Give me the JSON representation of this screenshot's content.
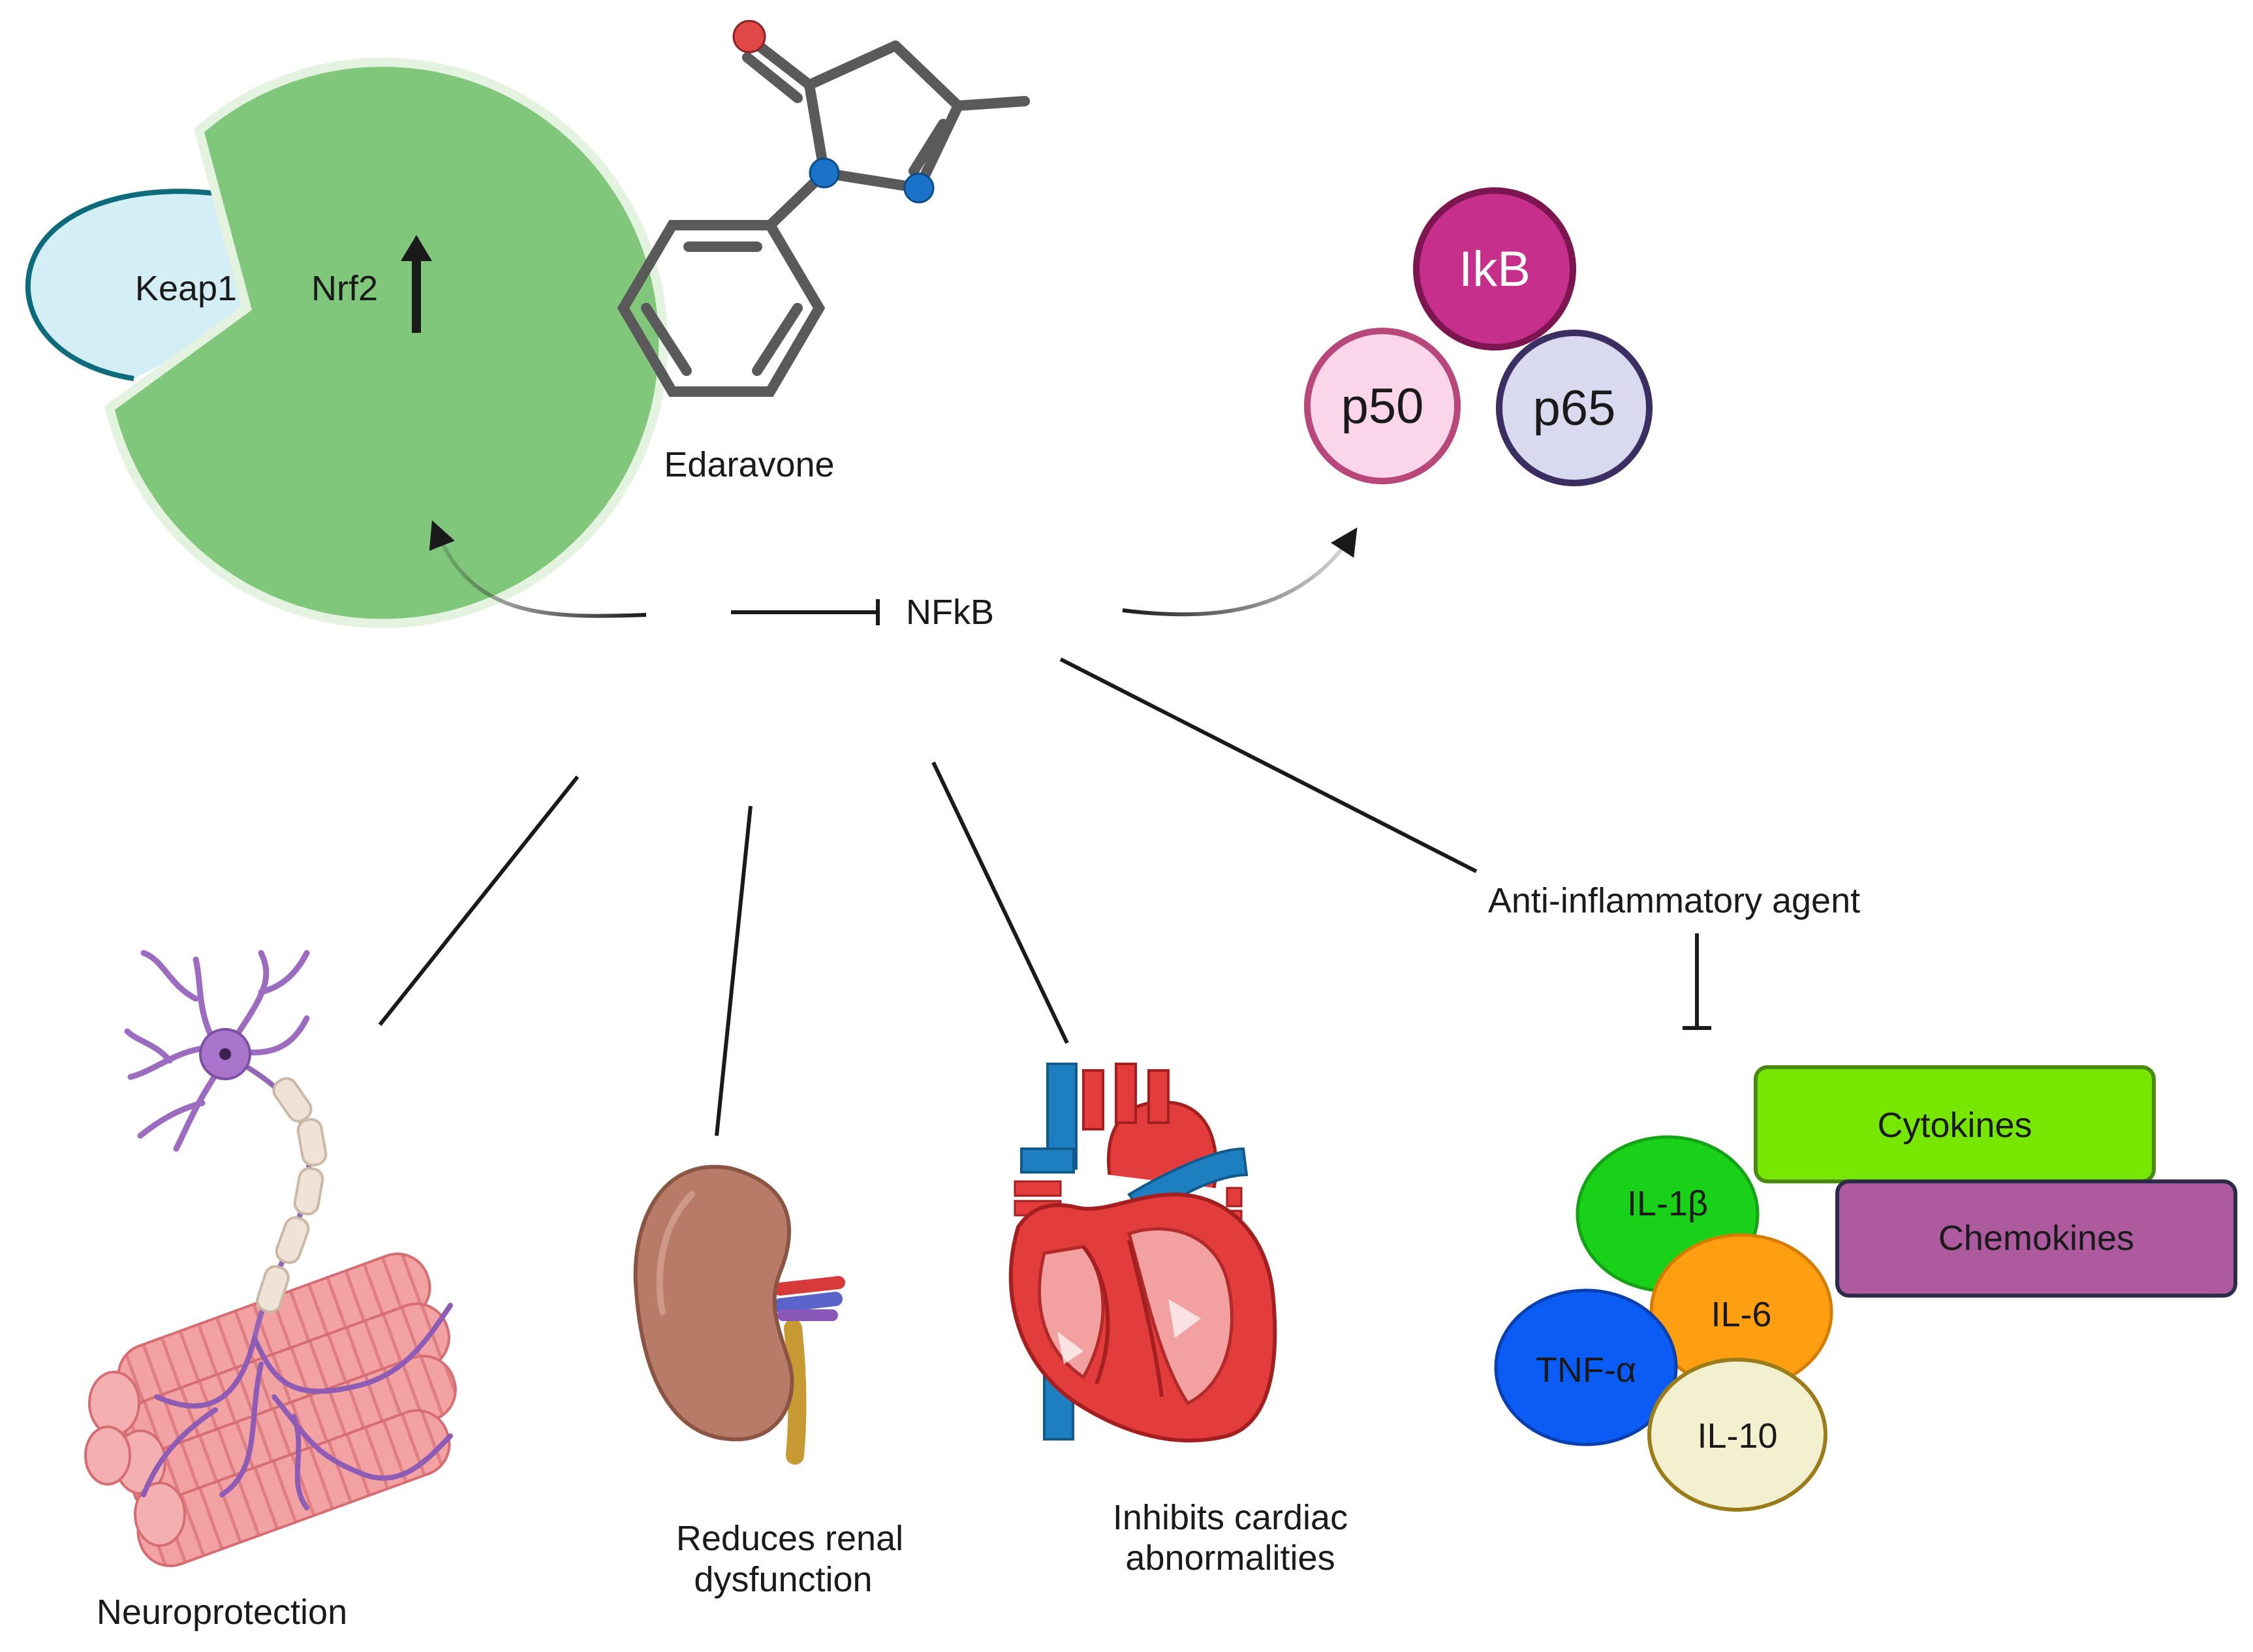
{
  "labels": {
    "keap1": "Keap1",
    "nrf2": "Nrf2",
    "edaravone": "Edaravone",
    "nfkb": "NFkB",
    "ikb": "IkB",
    "p50": "p50",
    "p65": "p65",
    "anti_inflammatory": "Anti-inflammatory agent",
    "cytokines": "Cytokines",
    "chemokines": "Chemokines",
    "il1b": "IL-1β",
    "il6": "IL-6",
    "tnfa": "TNF-α",
    "il10": "IL-10",
    "neuroprotection": "Neuroprotection",
    "renal_line1": "Reduces renal",
    "renal_line2": "dysfunction",
    "cardiac_line1": "Inhibits cardiac",
    "cardiac_line2": "abnormalities"
  },
  "colors": {
    "keap1_fill": "#d3eef4",
    "keap1_stroke": "#0e6b7c",
    "nrf2_fill": "#80c77b",
    "nrf2_stroke": "#e4f3df",
    "ikb_fill": "#c62f8b",
    "ikb_stroke": "#7d1550",
    "p50_fill": "#fbd5ea",
    "p50_stroke": "#b8487c",
    "p65_fill": "#d9d9f0",
    "p65_stroke": "#3b2f62",
    "cytokines_fill": "#77e600",
    "chemokines_fill": "#ad5a9e",
    "il1b_fill": "#19d119",
    "il6_fill": "#ff9e10",
    "tnfa_fill": "#0a5cf5",
    "il10_fill": "#f3f0cf",
    "oxygen_atom": "#e04848",
    "nitrogen_atom": "#1a73c8"
  },
  "icons": [
    "edaravone-molecule-icon",
    "up-arrow-icon",
    "neuron-muscle-icon",
    "kidney-icon",
    "heart-icon"
  ]
}
